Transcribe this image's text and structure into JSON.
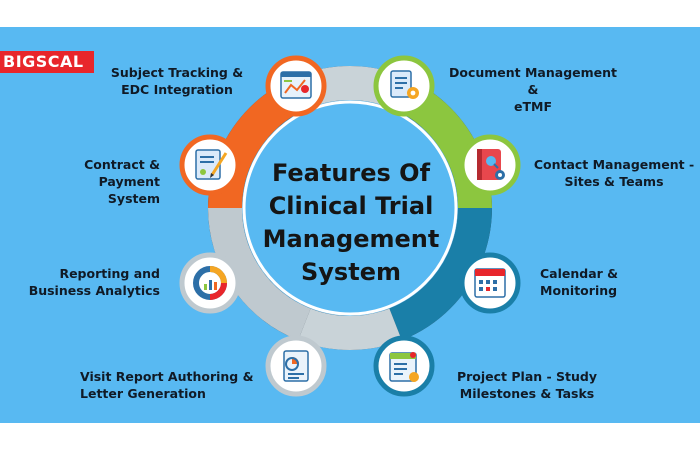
{
  "logo": {
    "text": "BIGSCAL"
  },
  "title": {
    "line1": "Features Of",
    "line2": "Clinical Trial",
    "line3": "Management",
    "line4": "System"
  },
  "features": [
    {
      "line1": "Subject Tracking &",
      "line2": "EDC Integration",
      "icon": "tracking-chart-location-icon",
      "color": "#f16722"
    },
    {
      "line1": "Document Management &",
      "line2": "eTMF",
      "icon": "document-gear-icon",
      "color": "#8cc63f"
    },
    {
      "line1": "Contract & Payment",
      "line2": "System",
      "icon": "contract-pen-icon",
      "color": "#f16722"
    },
    {
      "line1": "Contact Management -",
      "line2": "Sites & Teams",
      "icon": "address-book-icon",
      "color": "#8cc63f"
    },
    {
      "line1": "Reporting and",
      "line2": "Business Analytics",
      "icon": "donut-chart-icon",
      "color": "#bfc9cf"
    },
    {
      "line1": "Calendar &",
      "line2": "Monitoring",
      "icon": "calendar-icon",
      "color": "#1a7fa8"
    },
    {
      "line1": "Visit Report Authoring &",
      "line2": "Letter Generation",
      "icon": "report-page-icon",
      "color": "#bfc9cf"
    },
    {
      "line1": "Project Plan - Study",
      "line2": "Milestones & Tasks",
      "icon": "project-plan-icon",
      "color": "#1a7fa8"
    }
  ]
}
